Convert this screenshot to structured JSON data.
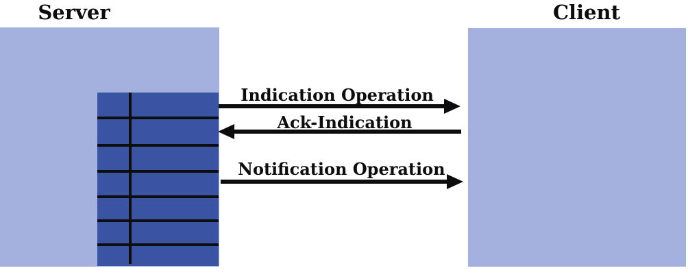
{
  "actors": {
    "server": {
      "label": "Server"
    },
    "client": {
      "label": "Client"
    }
  },
  "arrows": [
    {
      "label": "Indication Operation",
      "direction": "right",
      "from": "server",
      "to": "client"
    },
    {
      "label": "Ack-Indication",
      "direction": "left",
      "from": "client",
      "to": "server"
    },
    {
      "label": "Notification Operation",
      "direction": "right",
      "from": "server",
      "to": "client"
    }
  ],
  "event_table": {
    "rows": 7,
    "columns": 2
  },
  "colors": {
    "actor_box_fill": "#a4b1de",
    "event_table_fill": "#3a54a3",
    "line_color": "#0d0d0d",
    "background": "#ffffff"
  }
}
